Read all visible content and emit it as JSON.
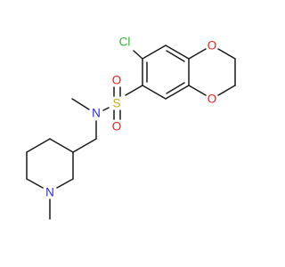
{
  "atom_labels": {
    "cl": "Cl",
    "o_ring_top": "O",
    "o_ring_bottom": "O",
    "s": "S",
    "o_sulfonyl_top": "O",
    "o_sulfonyl_bottom": "O",
    "n_sulfonamide": "N",
    "n_piperidine": "N"
  },
  "colors": {
    "bond": "#1a1a1a",
    "chlorine": "#2fb82f",
    "oxygen": "#e8201c",
    "sulfur": "#d2a615",
    "nitrogen": "#2a2ad8"
  }
}
